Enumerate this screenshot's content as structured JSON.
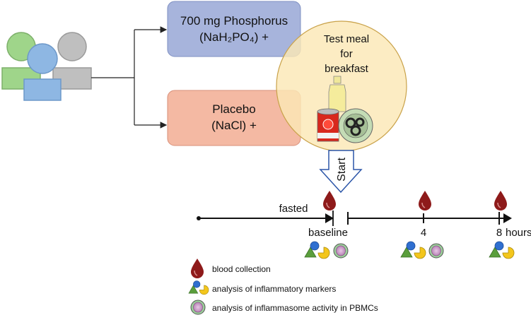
{
  "phosphorus_box": {
    "line1": "700 mg Phosphorus",
    "line2": "(NaH₂PO₄) +"
  },
  "placebo_box": {
    "line1": "Placebo",
    "line2": "(NaCl) +"
  },
  "test_meal": {
    "line1": "Test meal",
    "line2": "for",
    "line3": "breakfast"
  },
  "start_label": "Start",
  "timeline": {
    "fasted_label": "fasted",
    "points": [
      "baseline",
      "4",
      "8"
    ],
    "unit": "hours"
  },
  "legend": [
    {
      "icon": "blood-drop-icon",
      "label": "blood collection"
    },
    {
      "icon": "inflammatory-markers-icon",
      "label": "analysis of inflammatory markers"
    },
    {
      "icon": "pbmc-cell-icon",
      "label": "analysis of inflammasome activity in PBMCs"
    }
  ],
  "colors": {
    "phosphorus_fill": "#a7b4dc",
    "placebo_fill": "#f4b9a3",
    "meal_fill": "#fbe8b6",
    "drop": "#8e1a1a",
    "triangle": "#5a9e3c",
    "circle_blue": "#2f6fd0",
    "pacman": "#f3c61c",
    "cell": "#c38fc1"
  }
}
